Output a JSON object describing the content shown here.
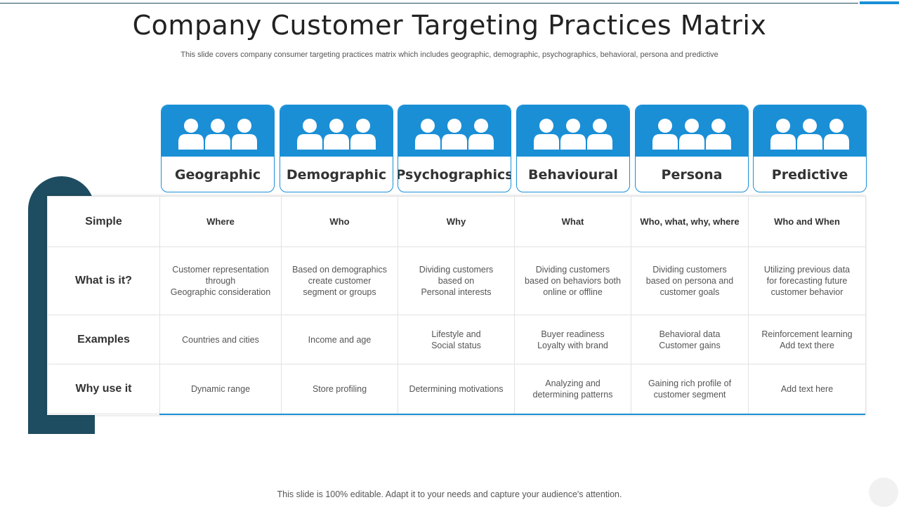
{
  "slide": {
    "title": "Company Customer Targeting Practices Matrix",
    "subtitle": "This slide covers company consumer targeting practices matrix which includes geographic, demographic, psychographics, behavioral, persona and predictive",
    "footer": "This slide is 100% editable. Adapt it to your needs and capture your audience's attention."
  },
  "colors": {
    "accent": "#1a8fd6",
    "dark_teal": "#1e4d61"
  },
  "columns": [
    {
      "label": "Geographic",
      "icon": "people-group-icon"
    },
    {
      "label": "Demographic",
      "icon": "people-group-icon"
    },
    {
      "label": "Psychographics",
      "icon": "people-group-icon"
    },
    {
      "label": "Behavioural",
      "icon": "people-group-icon"
    },
    {
      "label": "Persona",
      "icon": "people-group-icon"
    },
    {
      "label": "Predictive",
      "icon": "people-group-icon"
    }
  ],
  "rows": [
    {
      "label": "Simple",
      "cells": [
        "Where",
        "Who",
        "Why",
        "What",
        "Who, what, why, where",
        "Who and When"
      ]
    },
    {
      "label": "What is it?",
      "cells": [
        "Customer representation\nthrough\nGeographic consideration",
        "Based on demographics\ncreate customer\nsegment or groups",
        "Dividing customers\nbased on\nPersonal interests",
        "Dividing customers\nbased on behaviors both\nonline or offline",
        "Dividing customers\nbased on persona and\ncustomer goals",
        "Utilizing previous data\nfor forecasting future\ncustomer behavior"
      ]
    },
    {
      "label": "Examples",
      "cells": [
        "Countries and cities",
        "Income and age",
        "Lifestyle and\nSocial status",
        "Buyer readiness\nLoyalty with brand",
        "Behavioral data\nCustomer gains",
        "Reinforcement learning\nAdd text there"
      ]
    },
    {
      "label": "Why use it",
      "cells": [
        "Dynamic range",
        "Store profiling",
        "Determining   motivations",
        "Analyzing and\ndetermining patterns",
        "Gaining rich profile of\ncustomer segment",
        "Add text here"
      ]
    }
  ]
}
